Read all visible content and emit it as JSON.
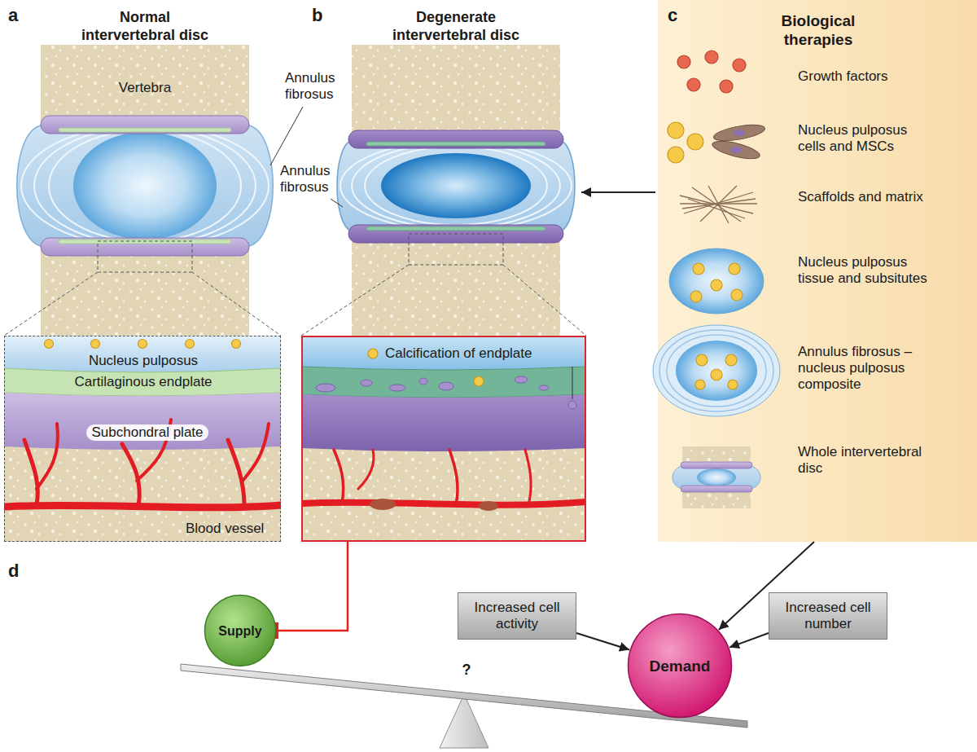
{
  "diagram": {
    "nodes": [
      {
        "text": [
          "Nucleus pulposus",
          "Cartilaginous endplate",
          "Subchondral plate",
          "Blood vessel"
        ]
      },
      {
        "text": [
          "Calcification of endplate"
        ]
      },
      {
        "text": [
          "c",
          "Biological therapies",
          "Growth factors",
          "Nucleus pulposus cells and MSCs",
          "Scaffolds and matrix",
          "Nucleus pulposus tissue and subsitutes",
          "Annulus fibrosus –nucleus pulposus composite",
          "Whole intervertebral disc"
        ]
      },
      {
        "text": [
          "Supply"
        ]
      },
      {
        "text": [
          "Increased cell activity"
        ]
      },
      {
        "text": [
          "Demand"
        ]
      },
      {
        "text": [
          "Increased cell number"
        ]
      }
    ],
    "edges": [
      {
        "from": 2,
        "to": 5,
        "arrow": "to"
      },
      {
        "from": 4,
        "to": 5,
        "arrow": "to"
      },
      {
        "from": 6,
        "to": 5,
        "arrow": "to"
      },
      {
        "from": 1,
        "to": 3,
        "arrow": "to"
      }
    ],
    "labels": [
      "a",
      "Normal intervertebral disc",
      "b",
      "Degenerate intervertebral disc",
      "Vertebra",
      "Annulus fibrosus",
      "Annulus fibrosus",
      "d",
      "?"
    ]
  }
}
